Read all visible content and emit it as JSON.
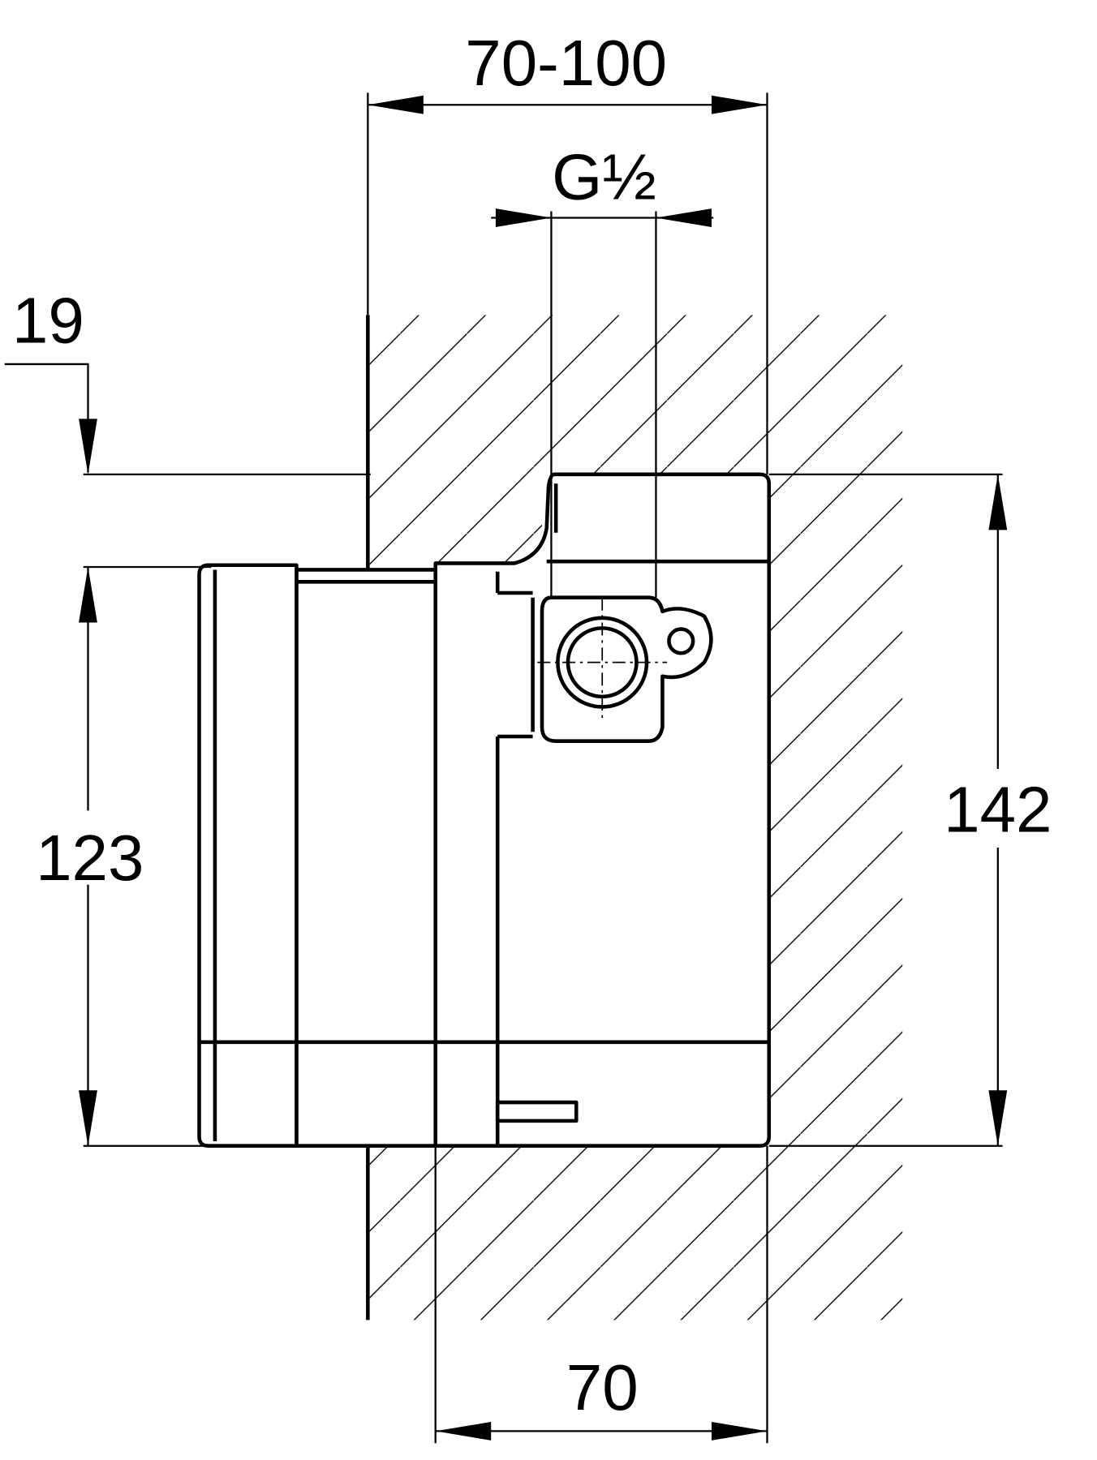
{
  "title": "Concealed valve body installation dimensions",
  "dimensions": {
    "wall_depth_range": "70-100",
    "thread": "G½",
    "top_offset": "19",
    "front_plate_height": "123",
    "body_height": "142",
    "body_depth": "70"
  },
  "colors": {
    "line": "#000000",
    "background": "#ffffff"
  }
}
